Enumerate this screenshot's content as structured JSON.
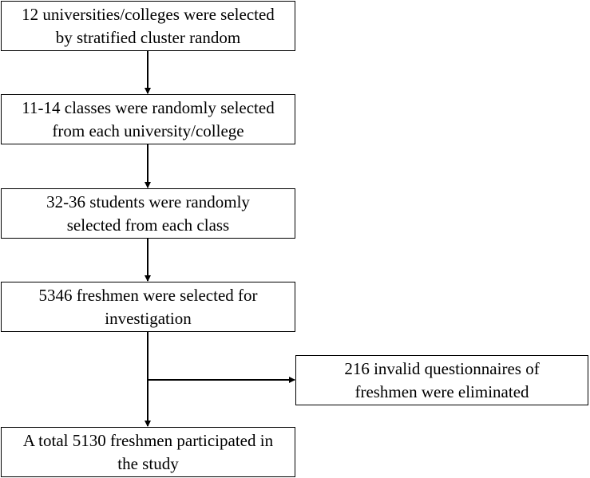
{
  "flowchart": {
    "steps": [
      {
        "line1": "12 universities/colleges were selected",
        "line2": "by stratified cluster random"
      },
      {
        "line1": "11-14 classes were randomly selected",
        "line2": "from each university/college"
      },
      {
        "line1": "32-36 students were randomly",
        "line2": "selected from each class"
      },
      {
        "line1": "5346 freshmen were selected for",
        "line2": "investigation"
      },
      {
        "line1": "A total 5130 freshmen participated in",
        "line2": "the study"
      }
    ],
    "exclusion": {
      "line1": "216 invalid questionnaires of",
      "line2": "freshmen were eliminated"
    },
    "colors": {
      "border": "#000000",
      "background": "#ffffff",
      "text": "#000000"
    }
  }
}
